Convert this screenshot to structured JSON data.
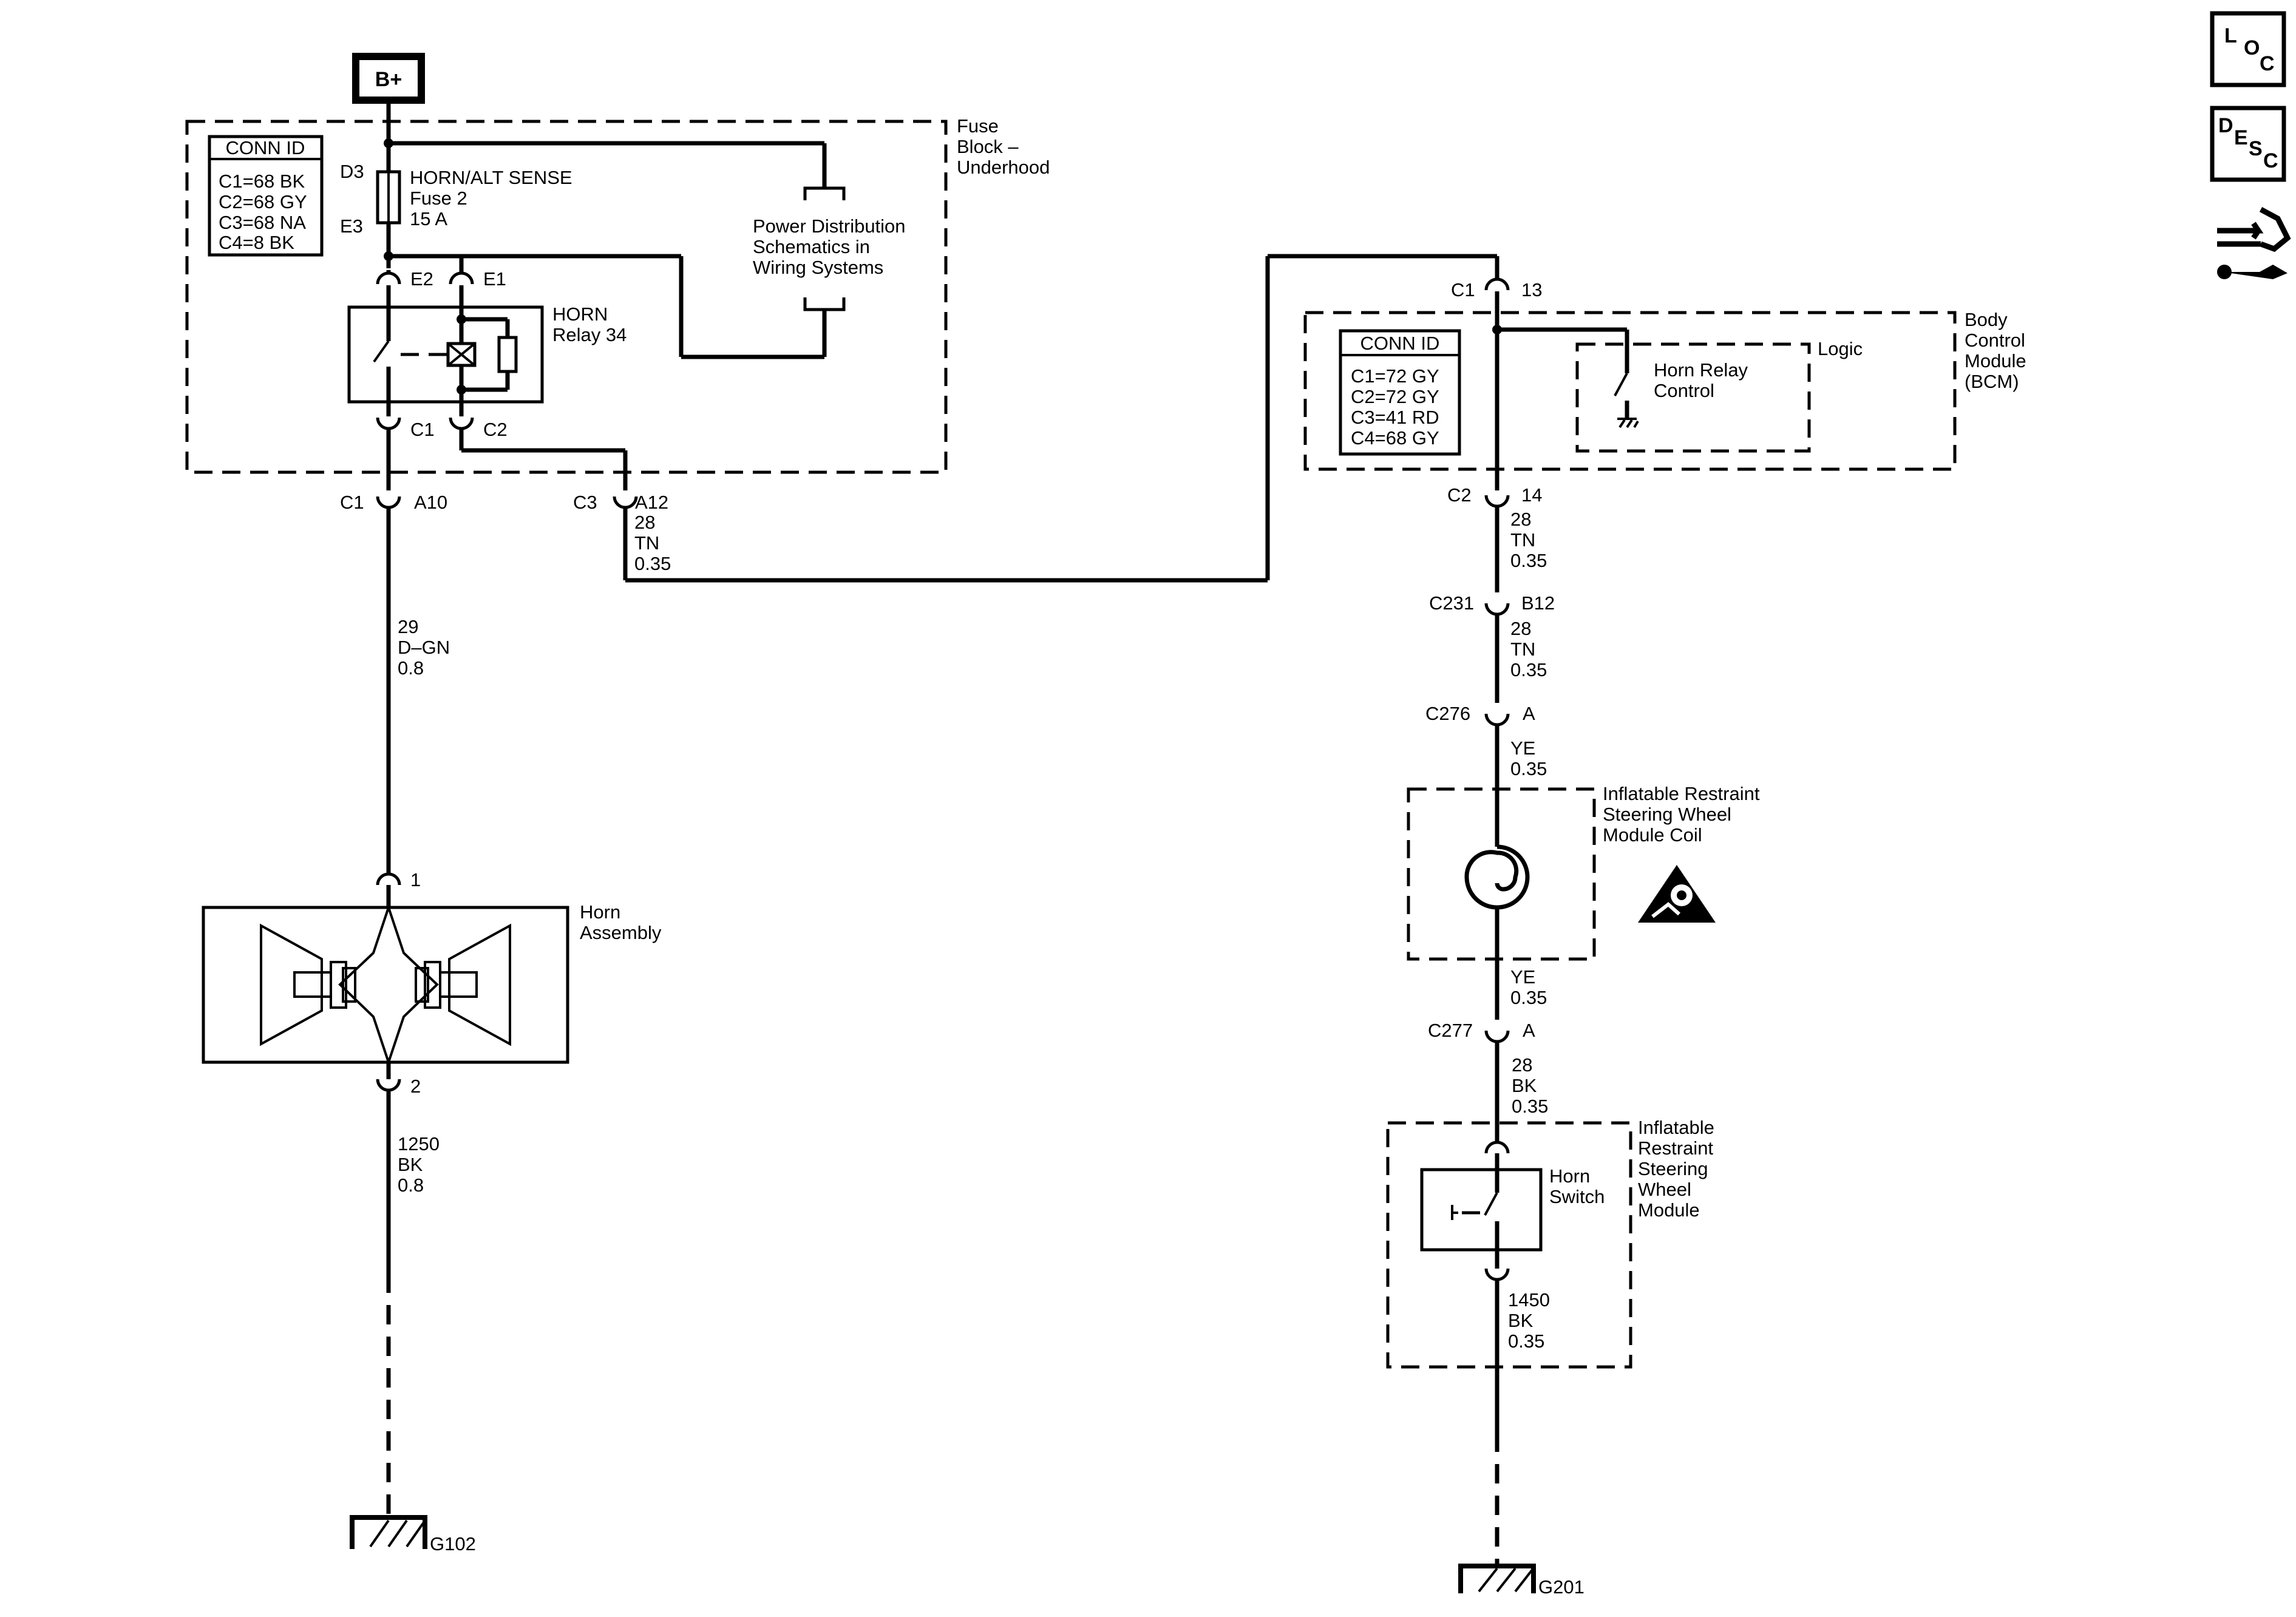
{
  "power": {
    "label": "B+"
  },
  "fuse_block": {
    "title": [
      "Fuse",
      "Block –",
      "Underhood"
    ],
    "conn_id": {
      "heading": "CONN ID",
      "rows": [
        "C1=68 BK",
        "C2=68 GY",
        "C3=68 NA",
        "C4=8 BK"
      ]
    },
    "fuse": {
      "top_pin": "D3",
      "bottom_pin": "E3",
      "lines": [
        "HORN/ALT SENSE",
        "Fuse 2",
        "15 A"
      ]
    },
    "power_dist_ref": [
      "Power Distribution",
      "Schematics in",
      "Wiring Systems"
    ],
    "relay": {
      "lines": [
        "HORN",
        "Relay 34"
      ],
      "pins": {
        "e2": "E2",
        "e1": "E1",
        "c1": "C1",
        "c2": "C2"
      }
    },
    "out_left": {
      "conn": "C1",
      "pin": "A10"
    },
    "out_right": {
      "conn": "C3",
      "pin": "A12"
    }
  },
  "wires": {
    "horn_feed": [
      "29",
      "D–GN",
      "0.8"
    ],
    "relay_ctrl": [
      "28",
      "TN",
      "0.35"
    ],
    "horn_ground": [
      "1250",
      "BK",
      "0.8"
    ],
    "bcm_to_c231": [
      "28",
      "TN",
      "0.35"
    ],
    "c231_to_c276": [
      "28",
      "TN",
      "0.35"
    ],
    "c276_to_coil": [
      "YE",
      "0.35"
    ],
    "coil_to_c277": [
      "YE",
      "0.35"
    ],
    "c277_to_switch": [
      "28",
      "BK",
      "0.35"
    ],
    "switch_ground": [
      "1450",
      "BK",
      "0.35"
    ]
  },
  "horn_assembly": {
    "title": [
      "Horn",
      "Assembly"
    ],
    "pin_top": "1",
    "pin_bottom": "2"
  },
  "ground_left": {
    "label": "G102"
  },
  "bcm": {
    "title": [
      "Body",
      "Control",
      "Module",
      "(BCM)"
    ],
    "conn_id": {
      "heading": "CONN ID",
      "rows": [
        "C1=72 GY",
        "C2=72 GY",
        "C3=41 RD",
        "C4=68 GY"
      ]
    },
    "logic_label": "Logic",
    "relay_control": [
      "Horn Relay",
      "Control"
    ],
    "in_conn": {
      "conn": "C1",
      "pin": "13"
    },
    "out_conn": {
      "conn": "C2",
      "pin": "14"
    }
  },
  "connectors": {
    "c231": {
      "conn": "C231",
      "pin": "B12"
    },
    "c276": {
      "conn": "C276",
      "pin": "A"
    },
    "c277": {
      "conn": "C277",
      "pin": "A"
    }
  },
  "coil": {
    "title": [
      "Inflatable Restraint",
      "Steering Wheel",
      "Module Coil"
    ]
  },
  "sw_module": {
    "title": [
      "Inflatable",
      "Restraint",
      "Steering",
      "Wheel",
      "Module"
    ],
    "switch_label": [
      "Horn",
      "Switch"
    ]
  },
  "ground_right": {
    "label": "G201"
  },
  "side_icons": {
    "loc": {
      "letters": [
        "L",
        "O",
        "C"
      ],
      "icon": "loc-icon"
    },
    "desc": {
      "letters": [
        "D",
        "E",
        "S",
        "C"
      ],
      "icon": "desc-icon"
    },
    "tool": {
      "icon": "hand-wrench-icon"
    }
  },
  "warning": {
    "icon": "airbag-warning-icon"
  }
}
